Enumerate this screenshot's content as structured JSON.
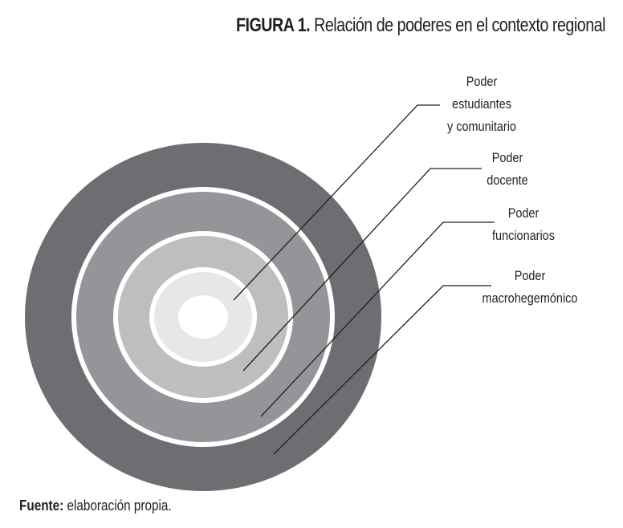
{
  "figure": {
    "title_prefix": "FIGURA 1.",
    "title_text": " Relación de poderes en el contexto regional",
    "source_label": "Fuente:",
    "source_text": " elaboración propia."
  },
  "rings": [
    {
      "name": "Poder macrohegemónico",
      "color": "#6d6e71"
    },
    {
      "name": "Poder funcionarios",
      "color": "#939598"
    },
    {
      "name": "Poder docente",
      "color": "#bcbec0"
    },
    {
      "name": "Poder estudiantes y comunitario",
      "color": "#e6e7e8"
    }
  ],
  "labels": [
    {
      "line1": "Poder",
      "line2": "estudiantes",
      "line3": "y comunitario"
    },
    {
      "line1": "Poder",
      "line2": "docente"
    },
    {
      "line1": "Poder",
      "line2": "funcionarios"
    },
    {
      "line1": "Poder",
      "line2": "macrohegemónico"
    }
  ]
}
